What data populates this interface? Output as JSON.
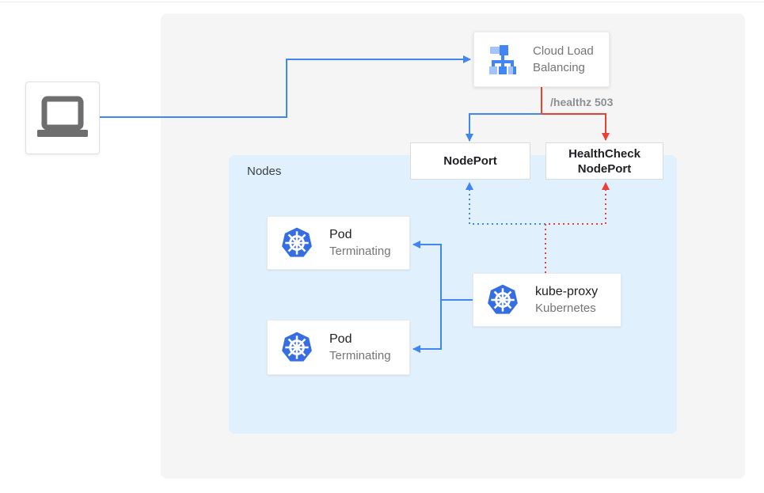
{
  "colors": {
    "blue": "#4285F4",
    "red": "#E94235",
    "k8s_blue": "#356DE3",
    "clb_dark_blue": "#4285F4",
    "clb_light_blue": "#A3C3FA",
    "laptop_gray": "#6E6E6E",
    "panel_gray": "#F5F5F5",
    "panel_blue": "#E1F0FD",
    "box_border": "#DADCE0",
    "divider": "#E8EAED",
    "text_dark": "#212121",
    "text_gray": "#757575",
    "healthz_gray": "#8A9096",
    "nodes_text": "#3C4043"
  },
  "diagram": {
    "client": {
      "icon": "laptop"
    },
    "load_balancer": {
      "label": "Cloud Load Balancing",
      "icon": "load-balancer"
    },
    "healthz_badge": "/healthz 503",
    "node_port": {
      "label": "NodePort"
    },
    "health_check_node_port": {
      "label": "HealthCheck NodePort"
    },
    "nodes_group": {
      "label": "Nodes"
    },
    "pods": [
      {
        "title": "Pod",
        "status": "Terminating",
        "icon": "kubernetes"
      },
      {
        "title": "Pod",
        "status": "Terminating",
        "icon": "kubernetes"
      }
    ],
    "kube_proxy": {
      "title": "kube-proxy",
      "subtitle": "Kubernetes",
      "icon": "kubernetes"
    }
  }
}
